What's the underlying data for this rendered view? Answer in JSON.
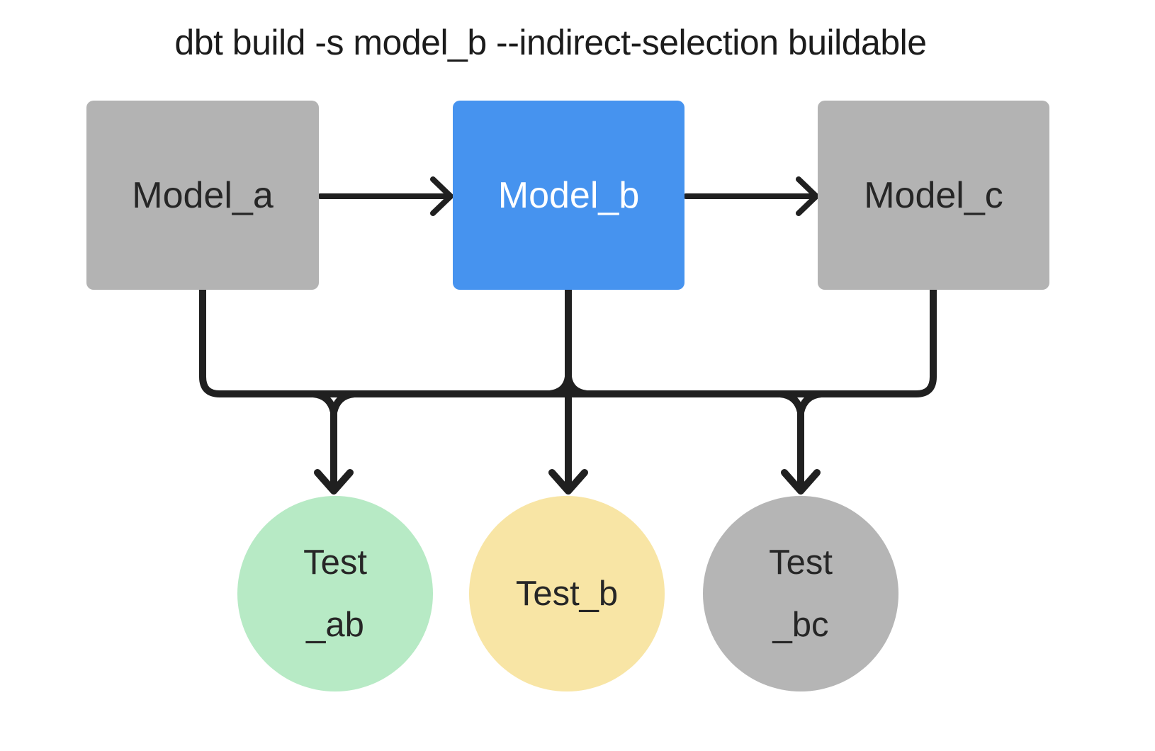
{
  "title": "dbt build -s model_b --indirect-selection buildable",
  "colors": {
    "background": "#ffffff",
    "selected_model_fill": "#4693ef",
    "gray_node_fill": "#b3b3b3",
    "test_ab_fill": "#b7eac5",
    "test_b_fill": "#f8e5a5",
    "test_bc_fill": "#b5b5b5",
    "line": "#202020",
    "text_dark": "#262626",
    "text_on_blue": "#ffffff"
  },
  "nodes": {
    "models": [
      {
        "id": "model_a",
        "label": "Model_a",
        "fill": "gray"
      },
      {
        "id": "model_b",
        "label": "Model_b",
        "fill": "blue"
      },
      {
        "id": "model_c",
        "label": "Model_c",
        "fill": "gray"
      }
    ],
    "tests": [
      {
        "id": "test_ab",
        "lines": [
          "Test",
          "_ab"
        ],
        "fill": "green"
      },
      {
        "id": "test_b",
        "lines": [
          "Test_b"
        ],
        "fill": "yellow"
      },
      {
        "id": "test_bc",
        "lines": [
          "Test",
          "_bc"
        ],
        "fill": "gray"
      }
    ]
  },
  "edges": [
    {
      "from": "model_a",
      "to": "model_b"
    },
    {
      "from": "model_b",
      "to": "model_c"
    },
    {
      "from": "model_a",
      "to": "test_ab"
    },
    {
      "from": "model_b",
      "to": "test_ab"
    },
    {
      "from": "model_b",
      "to": "test_b"
    },
    {
      "from": "model_b",
      "to": "test_bc"
    },
    {
      "from": "model_c",
      "to": "test_bc"
    }
  ]
}
